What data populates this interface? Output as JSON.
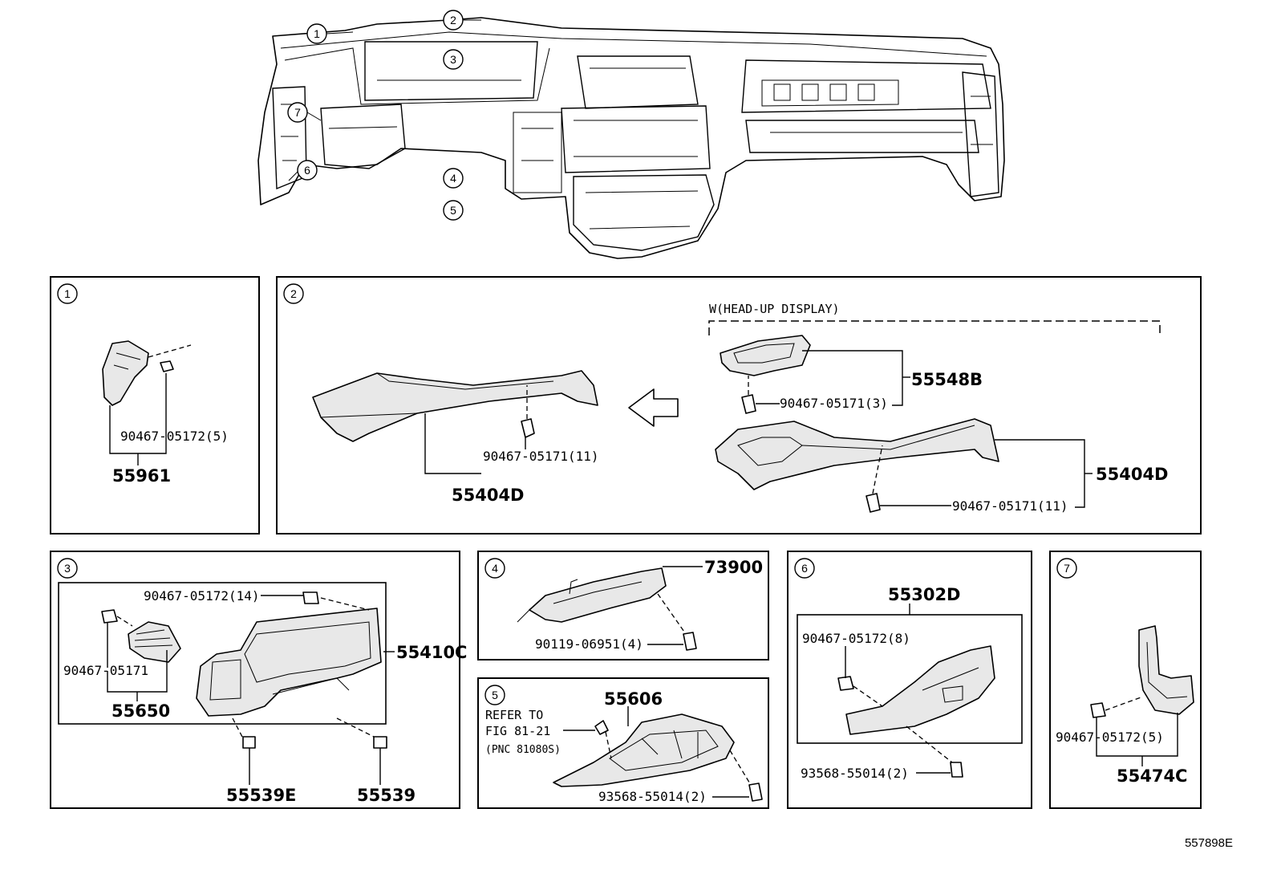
{
  "callouts": [
    "1",
    "2",
    "3",
    "4",
    "5",
    "6",
    "7"
  ],
  "panel1": {
    "num": "1",
    "clip": "90467-05172(5)",
    "part": "55961"
  },
  "panel2": {
    "num": "2",
    "variant": "W(HEAD-UP DISPLAY)",
    "clip_left": "90467-05171(11)",
    "part_left": "55404D",
    "hud_part": "55548B",
    "hud_clip": "90467-05171(3)",
    "part_right": "55404D",
    "clip_right": "90467-05171(11)"
  },
  "panel3": {
    "num": "3",
    "clip_top": "90467-05172(14)",
    "clip_left": "90467-05171",
    "part_main": "55410C",
    "part_vent": "55650",
    "part_e": "55539E",
    "part_plain": "55539"
  },
  "panel4": {
    "num": "4",
    "part": "73900",
    "screw": "90119-06951(4)"
  },
  "panel5": {
    "num": "5",
    "ref_line1": "REFER TO",
    "ref_line2": "FIG 81-21",
    "ref_line3": "(PNC 81080S)",
    "part": "55606",
    "screw": "93568-55014(2)"
  },
  "panel6": {
    "num": "6",
    "part": "55302D",
    "clip": "90467-05172(8)",
    "screw": "93568-55014(2)"
  },
  "panel7": {
    "num": "7",
    "clip": "90467-05172(5)",
    "part": "55474C"
  },
  "figure_code": "557898E"
}
